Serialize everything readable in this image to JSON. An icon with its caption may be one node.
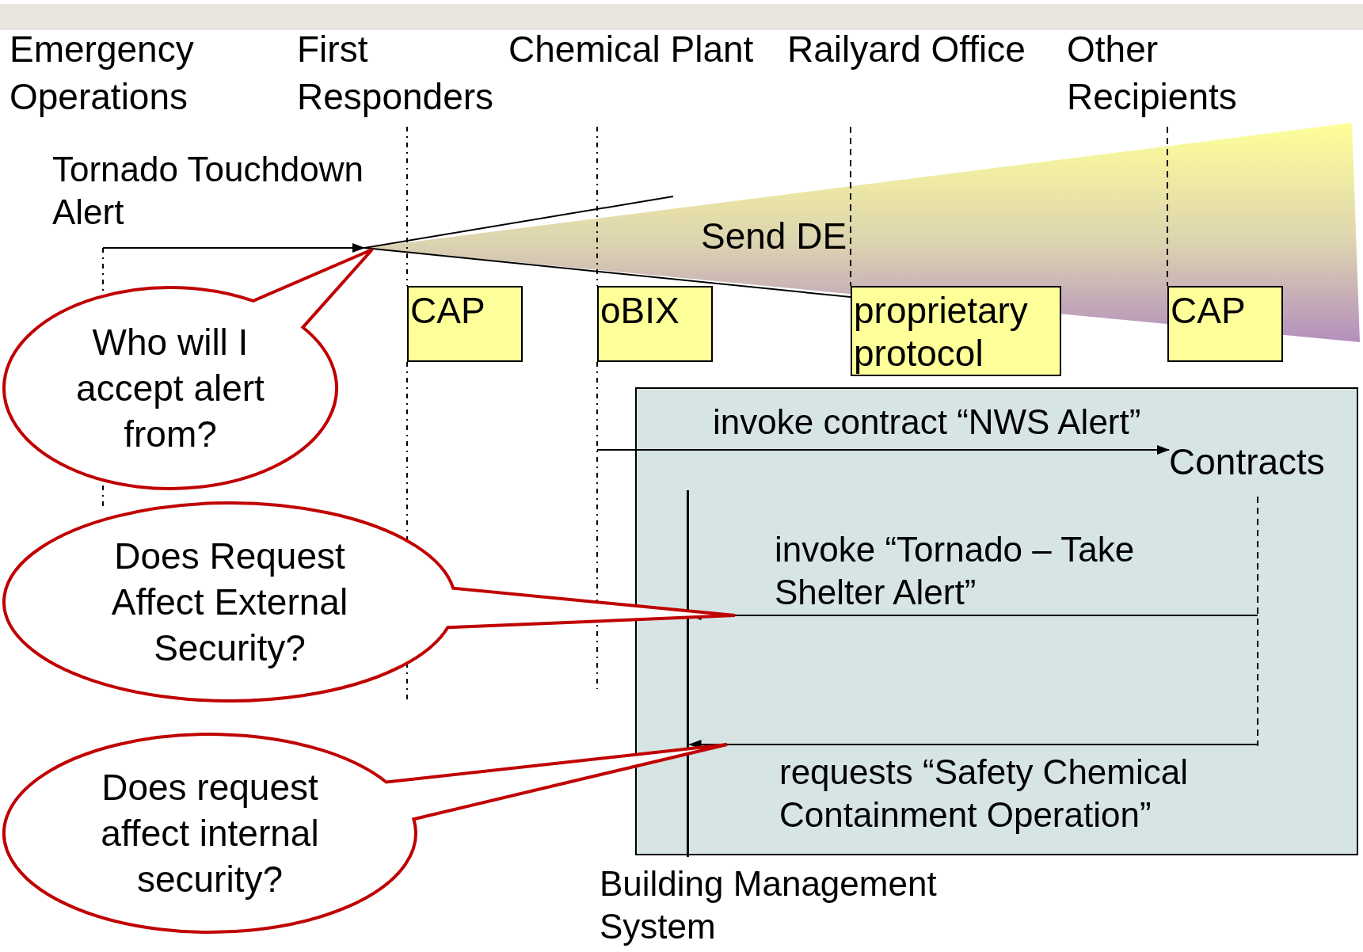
{
  "diagram": {
    "nodes": [
      {
        "text": [
          "Emergency Operations"
        ]
      },
      {
        "text": [
          "First Responders"
        ]
      },
      {
        "text": [
          "Chemical Plant"
        ]
      },
      {
        "text": [
          "Railyard Office"
        ]
      },
      {
        "text": [
          "Other Recipients"
        ]
      },
      {
        "text": [
          "Send DE"
        ]
      },
      {
        "text": [
          "CAP"
        ]
      },
      {
        "text": [
          "oBIX"
        ]
      },
      {
        "text": [
          "proprietary protocol"
        ]
      },
      {
        "text": [
          "CAP"
        ]
      },
      {
        "text": [
          "Who will I accept alert from?"
        ]
      },
      {
        "text": [
          "Building Management System"
        ]
      },
      {
        "text": [
          "Contracts"
        ],
        "in": 11
      },
      {
        "text": [],
        "shape": "bar",
        "in": 11
      },
      {
        "text": [
          "Does Request Affect External Security?"
        ]
      },
      {
        "text": [
          "Does request affect internal security?"
        ]
      },
      {
        "text": [],
        "shape": "bar"
      },
      {
        "text": [],
        "shape": "bar"
      },
      {
        "text": [],
        "shape": "bar",
        "in": 11
      }
    ],
    "edges": [
      {
        "from": 16,
        "to": 5,
        "arrow": "to",
        "label": "Tornado Touchdown Alert"
      },
      {
        "from": 17,
        "to": 12,
        "arrow": "to",
        "label": "invoke contract “NWS Alert”"
      },
      {
        "from": 18,
        "to": 13,
        "arrow": "to",
        "label": "invoke “Tornado – Take Shelter Alert”"
      },
      {
        "from": 18,
        "to": 13,
        "arrow": "to",
        "label": "requests “Safety Chemical Containment Operation”"
      }
    ]
  }
}
